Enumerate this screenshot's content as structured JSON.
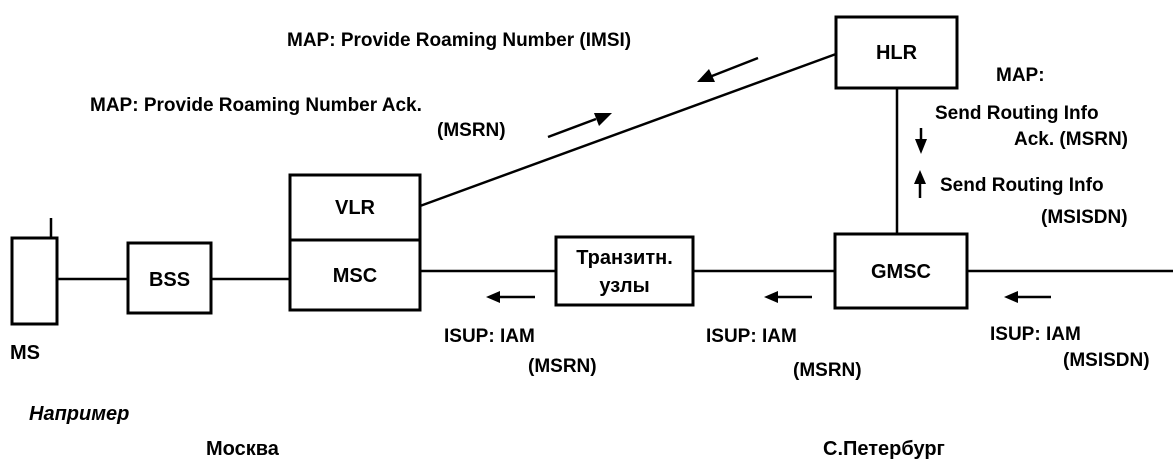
{
  "nodes": {
    "ms": "MS",
    "bss": "BSS",
    "vlr": "VLR",
    "msc": "MSC",
    "transit_line1": "Транзитн.",
    "transit_line2": "узлы",
    "gmsc": "GMSC",
    "hlr": "HLR"
  },
  "messages": {
    "prn": "MAP: Provide Roaming Number (IMSI)",
    "prn_ack_line1": "MAP: Provide Roaming Number Ack.",
    "prn_ack_line2": "(MSRN)",
    "map": "MAP:",
    "sri_ack_line1": "Send Routing Info",
    "sri_ack_line2": "Ack. (MSRN)",
    "sri_line1": "Send Routing Info",
    "sri_line2": "(MSISDN)",
    "isup1_line1": "ISUP:  IAM",
    "isup1_line2": "(MSRN)",
    "isup2_line1": "ISUP:  IAM",
    "isup2_line2": "(MSRN)",
    "isup3_line1": "ISUP:  IAM",
    "isup3_line2": "(MSISDN)"
  },
  "captions": {
    "example": "Например",
    "moscow": "Москва",
    "spb": "С.Петербург"
  }
}
